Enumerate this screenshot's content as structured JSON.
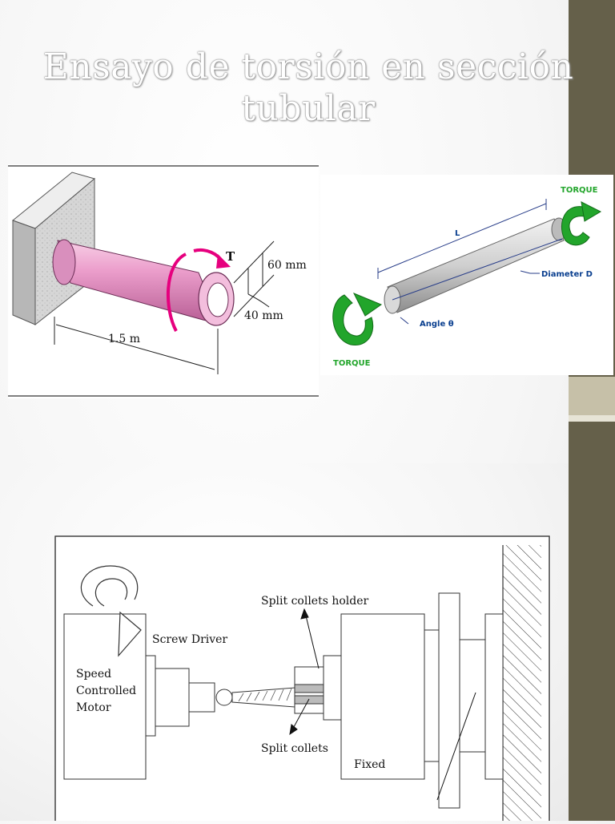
{
  "slide": {
    "title": "Ensayo de torsión en sección tubular"
  },
  "figure_tube": {
    "torque_symbol": "T",
    "outer_dim": "60 mm",
    "inner_dim": "40 mm",
    "length": "1.5 m"
  },
  "figure_shaft": {
    "torque_top": "TORQUE",
    "torque_bottom": "TORQUE",
    "length_label": "L",
    "diameter_label": "Diameter D",
    "angle_label": "Angle θ"
  },
  "figure_machine": {
    "motor_line1": "Speed",
    "motor_line2": "Controlled",
    "motor_line3": "Motor",
    "screw_driver": "Screw Driver",
    "collets_holder": "Split collets holder",
    "collets": "Split collets",
    "fixed": "Fixed"
  },
  "colors": {
    "sidebar": "#65604a",
    "tube": "#e9a3c9",
    "torque_arrow": "#e6007e",
    "shaft_arrow": "#22a52b",
    "shaft_label": "#0a3f8f"
  }
}
